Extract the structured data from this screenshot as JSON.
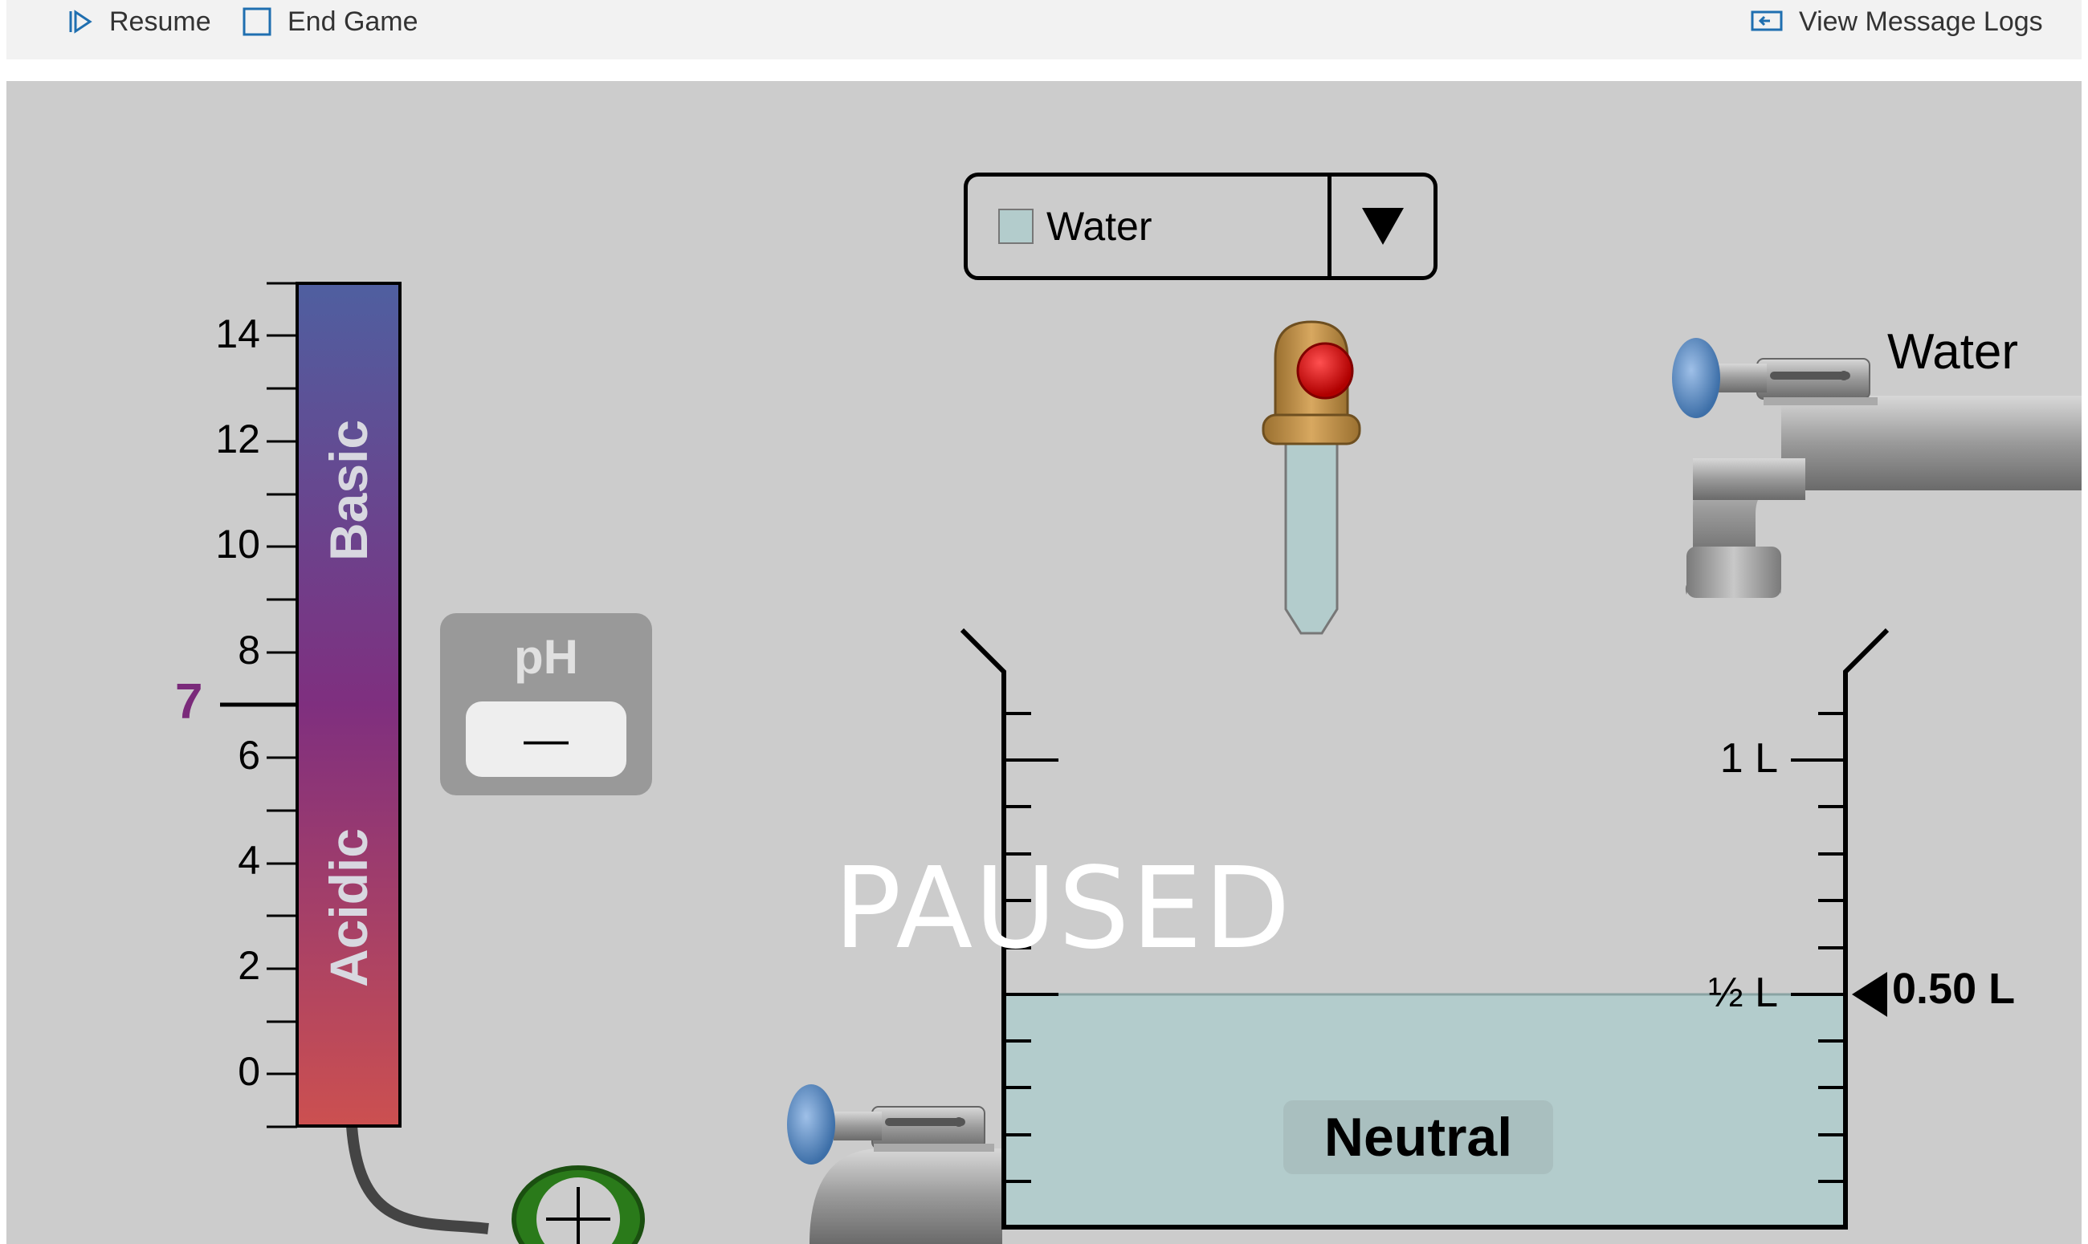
{
  "toolbar": {
    "resume_label": "Resume",
    "end_game_label": "End Game",
    "view_logs_label": "View Message Logs"
  },
  "simulation": {
    "paused_text": "PAUSED",
    "solute_dropdown": {
      "selected": "Water",
      "swatch_color": "#b3cccc"
    },
    "ph_meter": {
      "title": "pH",
      "value": "—"
    },
    "ph_scale": {
      "ticks": [
        "14",
        "12",
        "10",
        "8",
        "6",
        "4",
        "2",
        "0"
      ],
      "neutral_mark": "7",
      "basic_label": "Basic",
      "acidic_label": "Acidic"
    },
    "faucet_label": "Water",
    "beaker": {
      "marks": [
        "1 L",
        "½ L"
      ],
      "volume_readout": "0.50 L",
      "volume_fraction_of_1L": 0.5,
      "solution_label": "Neutral",
      "solution_color": "#b3cccc"
    }
  }
}
